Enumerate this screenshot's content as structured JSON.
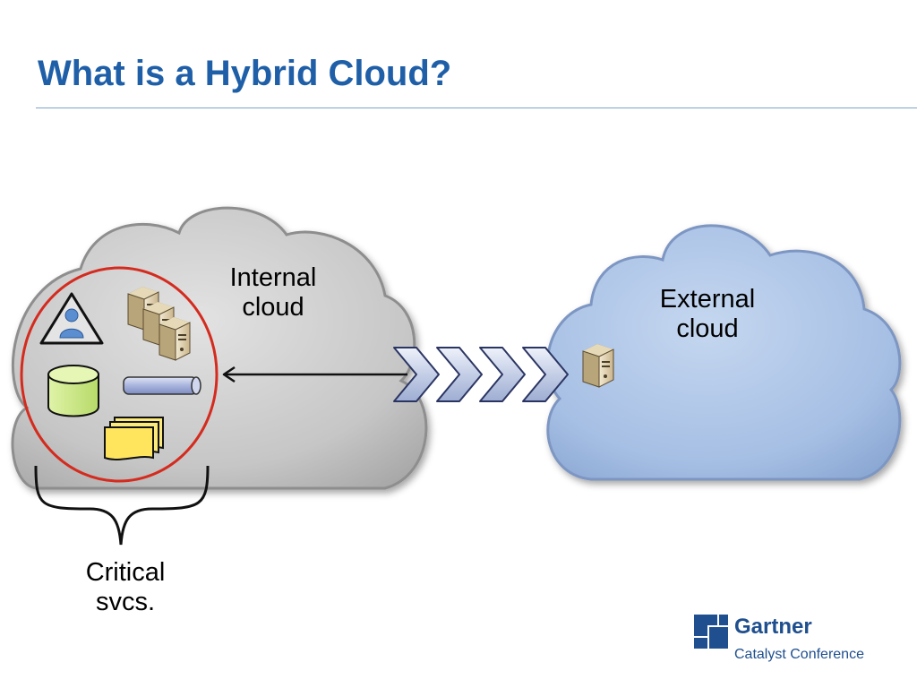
{
  "slide": {
    "title": "What is a Hybrid Cloud?"
  },
  "diagram": {
    "internal_cloud": {
      "line1": "Internal",
      "line2": "cloud",
      "color": "#c8c8c8"
    },
    "external_cloud": {
      "line1": "External",
      "line2": "cloud",
      "color": "#a9c1e4"
    },
    "critical_services": {
      "line1": "Critical",
      "line2": "svcs.",
      "ring_color": "#d42b1e"
    },
    "chevron_color": "#c4cee6"
  },
  "branding": {
    "wordmark": "Gartner",
    "subtitle": "Catalyst Conference",
    "color": "#1f4f8f"
  }
}
